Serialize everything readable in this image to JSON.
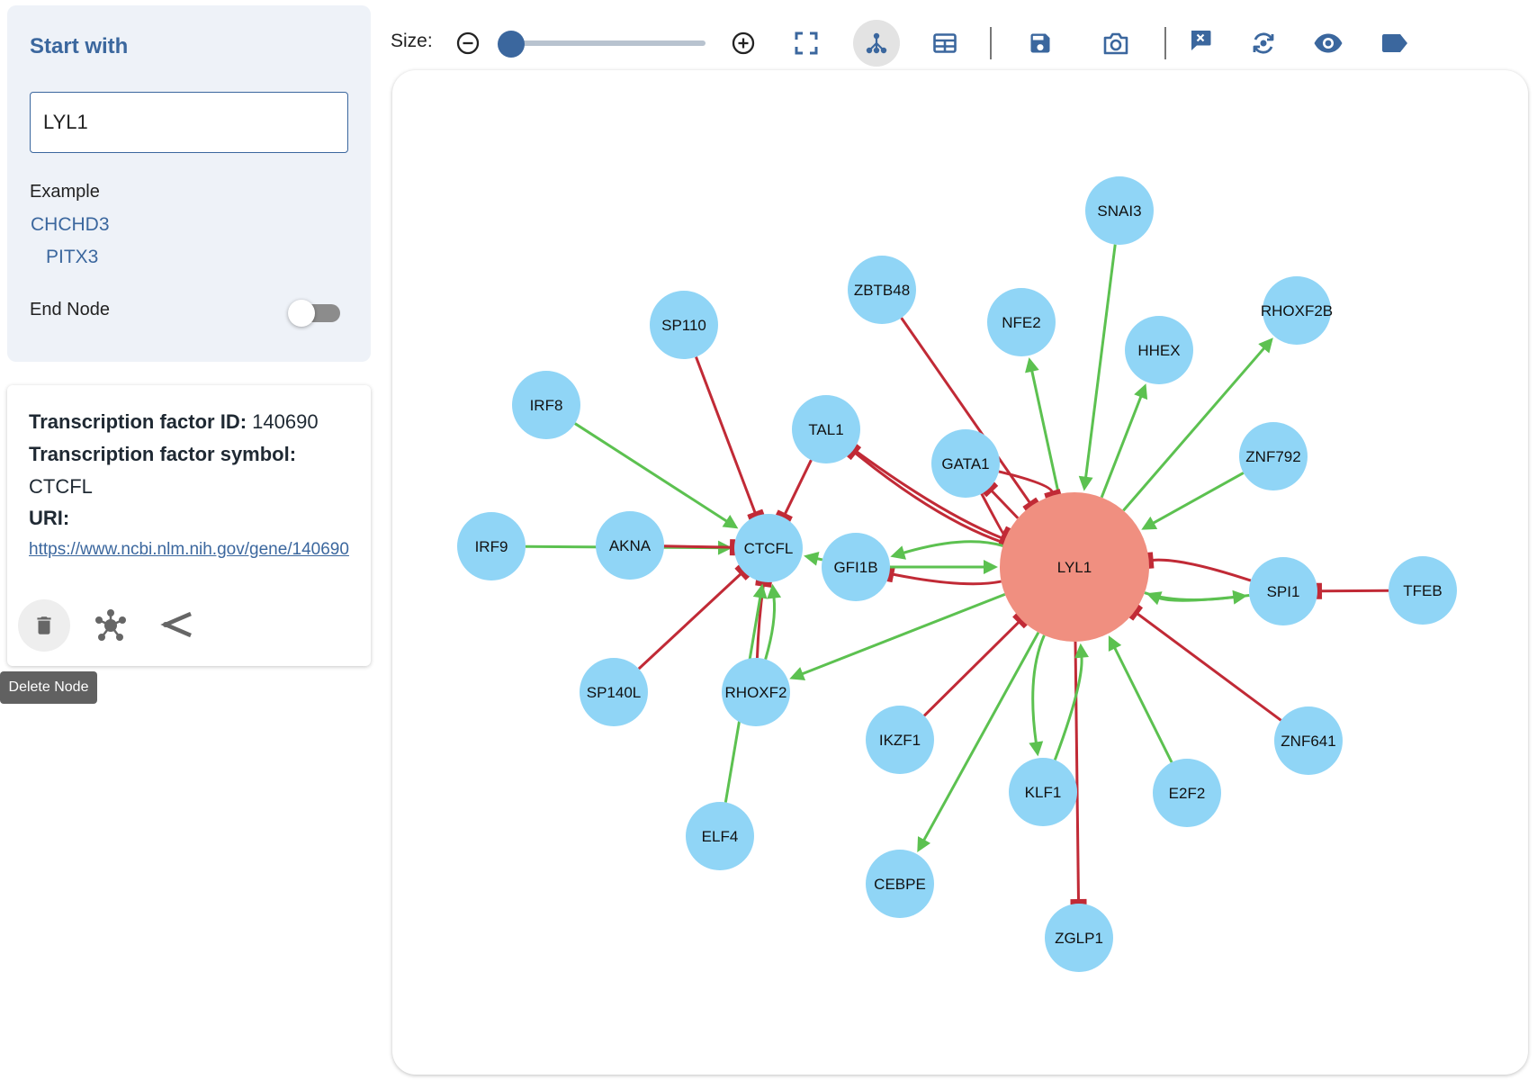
{
  "start_panel": {
    "title": "Start with",
    "input_value": "LYL1",
    "example_label": "Example",
    "examples": [
      "CHCHD3",
      "PITX3"
    ],
    "end_node_label": "End Node",
    "end_node_enabled": false
  },
  "info_card": {
    "tf_id_label": "Transcription factor ID:",
    "tf_id_value": "140690",
    "tf_symbol_label": "Transcription factor symbol:",
    "tf_symbol_value": "CTCFL",
    "uri_label": "URI:",
    "uri_value": "https://www.ncbi.nlm.nih.gov/gene/140690",
    "actions": [
      "trash-icon",
      "network-icon",
      "share-icon"
    ],
    "tooltip": "Delete Node"
  },
  "toolbar": {
    "size_label": "Size:",
    "size_value": 0,
    "buttons": [
      "zoom-out-icon",
      "zoom-in-icon",
      "fit-screen-icon",
      "hierarchy-layout-icon",
      "table-icon",
      "save-icon",
      "camera-icon",
      "clear-comment-icon",
      "reset-icon",
      "eye-icon",
      "label-icon"
    ],
    "active_button": "hierarchy-layout-icon"
  },
  "colors": {
    "accent": "#3b679e",
    "node": "#90d5f6",
    "center_node": "#f08f80",
    "activation_edge": "#5cc150",
    "inhibition_edge": "#c12a36"
  },
  "graph": {
    "center": "LYL1",
    "nodes": [
      "SNAI3",
      "ZBTB48",
      "NFE2",
      "SP110",
      "RHOXF2B",
      "HHEX",
      "IRF8",
      "TAL1",
      "GATA1",
      "ZNF792",
      "IRF9",
      "AKNA",
      "CTCFL",
      "GFI1B",
      "LYL1",
      "SPI1",
      "TFEB",
      "SP140L",
      "RHOXF2",
      "IKZF1",
      "ZNF641",
      "KLF1",
      "E2F2",
      "ELF4",
      "CEBPE",
      "ZGLP1"
    ],
    "edges": [
      {
        "source": "SNAI3",
        "target": "LYL1",
        "type": "activation"
      },
      {
        "source": "ZBTB48",
        "target": "LYL1",
        "type": "inhibition"
      },
      {
        "source": "LYL1",
        "target": "NFE2",
        "type": "activation"
      },
      {
        "source": "LYL1",
        "target": "HHEX",
        "type": "activation"
      },
      {
        "source": "LYL1",
        "target": "RHOXF2B",
        "type": "activation"
      },
      {
        "source": "ZNF792",
        "target": "LYL1",
        "type": "activation"
      },
      {
        "source": "SPI1",
        "target": "LYL1",
        "type": "inhibition"
      },
      {
        "source": "SPI1",
        "target": "LYL1",
        "type": "activation"
      },
      {
        "source": "LYL1",
        "target": "SPI1",
        "type": "activation"
      },
      {
        "source": "TFEB",
        "target": "SPI1",
        "type": "inhibition"
      },
      {
        "source": "ZNF641",
        "target": "LYL1",
        "type": "inhibition"
      },
      {
        "source": "E2F2",
        "target": "LYL1",
        "type": "activation"
      },
      {
        "source": "LYL1",
        "target": "ZGLP1",
        "type": "inhibition"
      },
      {
        "source": "KLF1",
        "target": "LYL1",
        "type": "activation"
      },
      {
        "source": "LYL1",
        "target": "KLF1",
        "type": "activation"
      },
      {
        "source": "LYL1",
        "target": "CEBPE",
        "type": "activation"
      },
      {
        "source": "IKZF1",
        "target": "LYL1",
        "type": "inhibition"
      },
      {
        "source": "LYL1",
        "target": "RHOXF2",
        "type": "activation"
      },
      {
        "source": "GATA1",
        "target": "LYL1",
        "type": "inhibition"
      },
      {
        "source": "LYL1",
        "target": "GATA1",
        "type": "inhibition"
      },
      {
        "source": "GATA1",
        "target": "LYL1",
        "type": "inhibition"
      },
      {
        "source": "LYL1",
        "target": "TAL1",
        "type": "inhibition"
      },
      {
        "source": "TAL1",
        "target": "LYL1",
        "type": "inhibition"
      },
      {
        "source": "LYL1",
        "target": "GFI1B",
        "type": "inhibition"
      },
      {
        "source": "GFI1B",
        "target": "LYL1",
        "type": "activation"
      },
      {
        "source": "LYL1",
        "target": "GFI1B",
        "type": "activation"
      },
      {
        "source": "GFI1B",
        "target": "CTCFL",
        "type": "activation"
      },
      {
        "source": "TAL1",
        "target": "CTCFL",
        "type": "inhibition"
      },
      {
        "source": "SP110",
        "target": "CTCFL",
        "type": "inhibition"
      },
      {
        "source": "IRF8",
        "target": "CTCFL",
        "type": "activation"
      },
      {
        "source": "IRF9",
        "target": "CTCFL",
        "type": "activation"
      },
      {
        "source": "AKNA",
        "target": "CTCFL",
        "type": "inhibition"
      },
      {
        "source": "SP140L",
        "target": "CTCFL",
        "type": "inhibition"
      },
      {
        "source": "RHOXF2",
        "target": "CTCFL",
        "type": "inhibition"
      },
      {
        "source": "RHOXF2",
        "target": "CTCFL",
        "type": "activation"
      },
      {
        "source": "ELF4",
        "target": "CTCFL",
        "type": "activation"
      }
    ]
  }
}
